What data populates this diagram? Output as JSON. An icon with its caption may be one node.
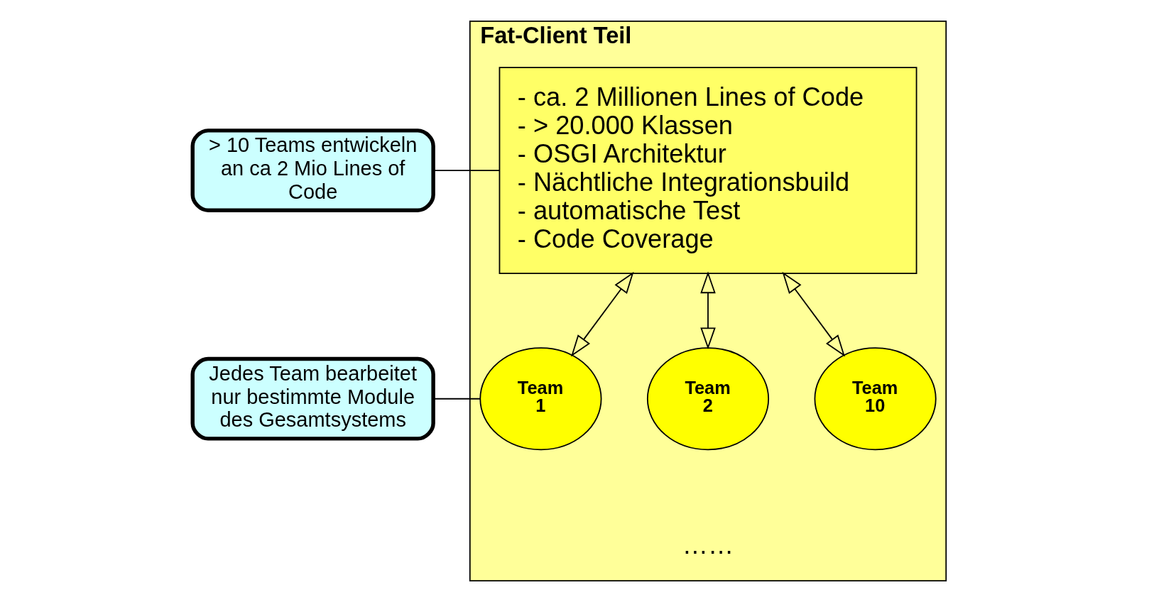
{
  "diagram": {
    "nodes": [
      {
        "text": [
          "> 10 Teams entwickeln an ca 2 Mio Lines of Code"
        ]
      },
      {
        "text": [
          "Jedes Team bearbeitet nur bestimmte Module des Gesamtsystems"
        ]
      },
      {
        "text": [
          "Fat-Client Teil"
        ]
      },
      {
        "text": [
          "- ca. 2 Millionen Lines of Code",
          "- > 20.000 Klassen",
          "- OSGI Architektur",
          "- Nächtliche Integrationsbuild",
          "- automatische Test",
          "- Code Coverage"
        ],
        "in": 2
      },
      {
        "text": [
          "Team 1"
        ],
        "in": 2
      },
      {
        "text": [
          "Team 2"
        ],
        "in": 2
      },
      {
        "text": [
          "Team 10"
        ],
        "in": 2
      }
    ],
    "edges": [
      {
        "from": 0,
        "to": 3,
        "arrow": "none"
      },
      {
        "from": 1,
        "to": 4,
        "arrow": "none"
      },
      {
        "from": 3,
        "to": 4,
        "arrow": "both"
      },
      {
        "from": 3,
        "to": 5,
        "arrow": "both"
      },
      {
        "from": 3,
        "to": 6,
        "arrow": "both"
      }
    ],
    "labels": [
      "……"
    ]
  }
}
